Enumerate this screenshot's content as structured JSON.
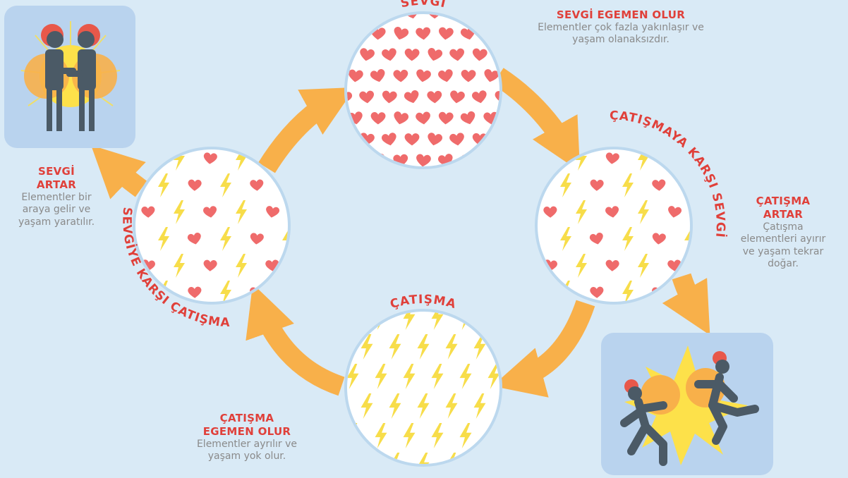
{
  "colors": {
    "background": "#d9eaf6",
    "heading_red": "#e0403a",
    "body_gray": "#8a8a8a",
    "arrow_orange": "#f8b04a",
    "heart": "#ef6b6b",
    "bolt": "#f7dd4a",
    "circle_border": "#bcd8ee"
  },
  "circles": {
    "love": {
      "title": "SEVGİ"
    },
    "strife": {
      "title": "ÇATIŞMA"
    },
    "love_against_strife": {
      "title": "ÇATIŞMAYA KARŞI SEVGİ"
    },
    "strife_against_love": {
      "title": "SEVGİYE KARŞI ÇATIŞMA"
    }
  },
  "notes": {
    "love_dominates": {
      "heading": "SEVGİ EGEMEN OLUR",
      "lines": [
        "Elementler çok fazla yakınlaşır ve",
        "yaşam olanaksızdır."
      ]
    },
    "love_increases": {
      "heading": [
        "SEVGİ",
        "ARTAR"
      ],
      "lines": [
        "Elementler bir",
        "araya gelir ve",
        "yaşam yaratılır."
      ]
    },
    "strife_increases": {
      "heading": [
        "ÇATIŞMA",
        "ARTAR"
      ],
      "lines": [
        "Çatışma",
        "elementleri ayırır",
        "ve yaşam tekrar",
        "doğar."
      ]
    },
    "strife_dominates": {
      "heading": [
        "ÇATIŞMA",
        "EGEMEN OLUR"
      ],
      "lines": [
        "Elementler ayrılır ve",
        "yaşam yok olur."
      ]
    },
    "icons": {
      "handshake": "handshake-icon",
      "fighting": "fighting-people-icon"
    }
  }
}
